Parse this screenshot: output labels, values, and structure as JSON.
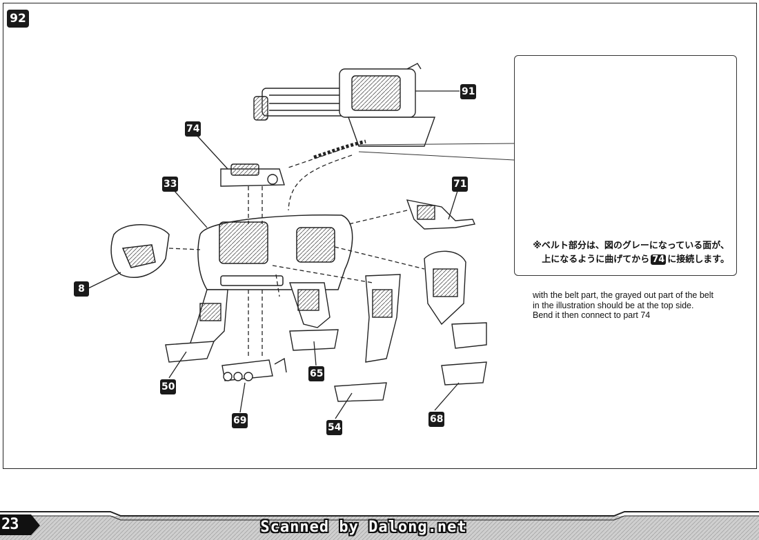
{
  "step": {
    "number": "92"
  },
  "parts": {
    "p91": "91",
    "p74": "74",
    "p33": "33",
    "p71": "71",
    "p8": "8",
    "p50": "50",
    "p65": "65",
    "p69": "69",
    "p54": "54",
    "p68": "68"
  },
  "inset": {
    "jp_line1": "※ベルト部分は、図のグレーになっている面が、",
    "jp_line2_before": "上になるように曲げてから",
    "jp_line2_part": "74",
    "jp_line2_after": "に接続します。"
  },
  "translation": {
    "line1": "with the belt part, the grayed out part of the belt",
    "line2": "in the illustration should be at the top side.",
    "line3": "Bend it then connect to part 74"
  },
  "footer": {
    "page_number": "23",
    "scan_credit": "Scanned by Dalong.net"
  }
}
